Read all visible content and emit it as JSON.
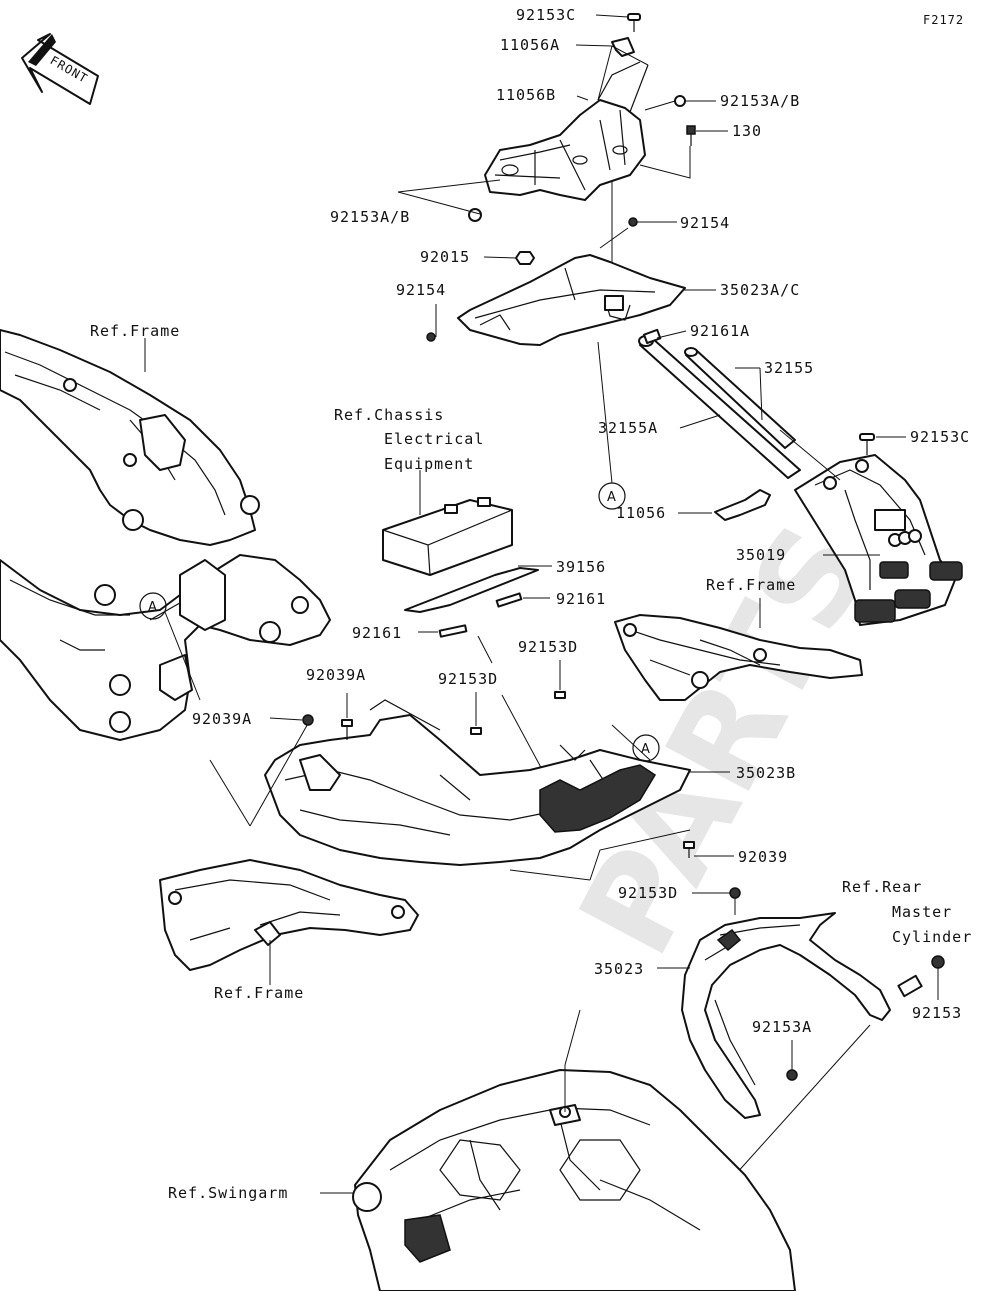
{
  "figure_code": "F2172",
  "front_indicator": "FRONT",
  "watermark": "PARTS",
  "callout_letter": "A",
  "parts": {
    "p92153C_top": "92153C",
    "p11056A": "11056A",
    "p11056B": "11056B",
    "p92153AB_right": "92153A/B",
    "p130": "130",
    "p92153AB_left": "92153A/B",
    "p92154_right": "92154",
    "p92015": "92015",
    "p35023AC": "35023A/C",
    "p92154_left": "92154",
    "p92161A": "92161A",
    "p32155": "32155",
    "p32155A": "32155A",
    "p92153C_right": "92153C",
    "p11056": "11056",
    "p35019": "35019",
    "p39156": "39156",
    "p92161_right": "92161",
    "p92161_left": "92161",
    "p92153D_upper": "92153D",
    "p92039A_upper": "92039A",
    "p92153D_mid": "92153D",
    "p92039A_left": "92039A",
    "p35023B": "35023B",
    "p92039": "92039",
    "p92153D_lower": "92153D",
    "p35023": "35023",
    "p92153A": "92153A",
    "p92153": "92153"
  },
  "references": {
    "frame_top_left": "Ref.Frame",
    "chassis_line1": "Ref.Chassis",
    "chassis_line2": "Electrical",
    "chassis_line3": "Equipment",
    "frame_right": "Ref.Frame",
    "frame_bottom": "Ref.Frame",
    "rear_master_line1": "Ref.Rear",
    "rear_master_line2": "Master",
    "rear_master_line3": "Cylinder",
    "swingarm": "Ref.Swingarm"
  }
}
